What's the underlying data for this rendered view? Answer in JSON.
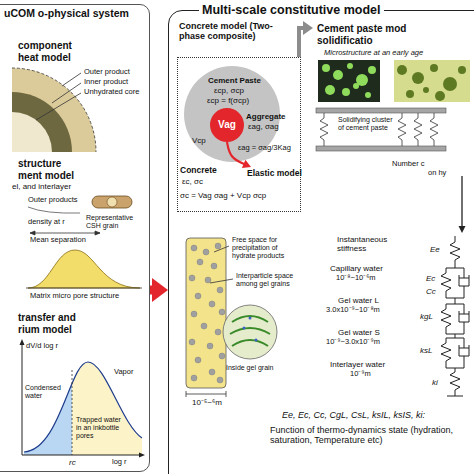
{
  "diagram": {
    "nodes": [
      {
        "text": [
          "uCOM o-physical system"
        ]
      },
      {
        "text": [
          "Multi-scale constitutive model"
        ]
      },
      {
        "text": [
          "Concrete model (Two-phase composite)"
        ],
        "in": 1
      },
      {
        "text": [
          "Vag"
        ],
        "in": 2
      },
      {
        "text": [
          "Elastic model"
        ],
        "in": 1
      },
      {
        "text": [
          "Cement paste mod solidificatio"
        ],
        "in": 1
      },
      {
        "text": [
          "Instantaneous stiffness"
        ],
        "in": 1
      }
    ],
    "edges": [
      {
        "from": 0,
        "to": 1,
        "arrow": "to"
      },
      {
        "from": 3,
        "to": 4,
        "arrow": "to"
      },
      {
        "from": 2,
        "to": 5,
        "arrow": "to"
      },
      {
        "from": 5,
        "to": 6,
        "arrow": "to"
      }
    ],
    "labels": [
      "component",
      "heat model",
      "Outer product",
      "Inner product",
      "Unhydrated core",
      "structure",
      "ment model",
      "el, and interlayer",
      "Outer products",
      "density at r",
      "Representative CSH grain",
      "Mean separation",
      "Matrix micro pore structure",
      "transfer and",
      "rium model",
      "dV/d log r",
      "Vapor",
      "Condensed water",
      "Trapped water in an inkbottle pores",
      "rc",
      "log r",
      "Cement Paste",
      "εcp, σcp",
      "εcp = f(σcp)",
      "Aggregate",
      "εag, σag",
      "εag = σag/3Kag",
      "Concrete",
      "εc, σc",
      "σc = Vag σag + Vcp σcp",
      "Vcp",
      "Microstructure at an early age",
      "Solidifying cluster of cement paste",
      "Number c",
      "on hy",
      "Free space for precipitation of hydrate products",
      "Interparticle space among gel grains",
      "Inside gel grain",
      "10⁻⁵~⁶m",
      "Capillary water",
      "10⁻⁸~10⁻⁶m",
      "Gel water L",
      "3.0x10⁻⁹~10⁻⁸m",
      "Gel water S",
      "10⁻⁹~3.0x10⁻⁹m",
      "Interlayer water",
      "10⁻⁹m",
      "Ee",
      "Ec",
      "Cc",
      "kgL",
      "ksL",
      "ki",
      "Ee, Ec, Cc, CgL, CsL, ksIL, ksIS, ki:",
      "Function of thermo-dynamics state (hydration, saturation, Temperature etc)"
    ]
  }
}
